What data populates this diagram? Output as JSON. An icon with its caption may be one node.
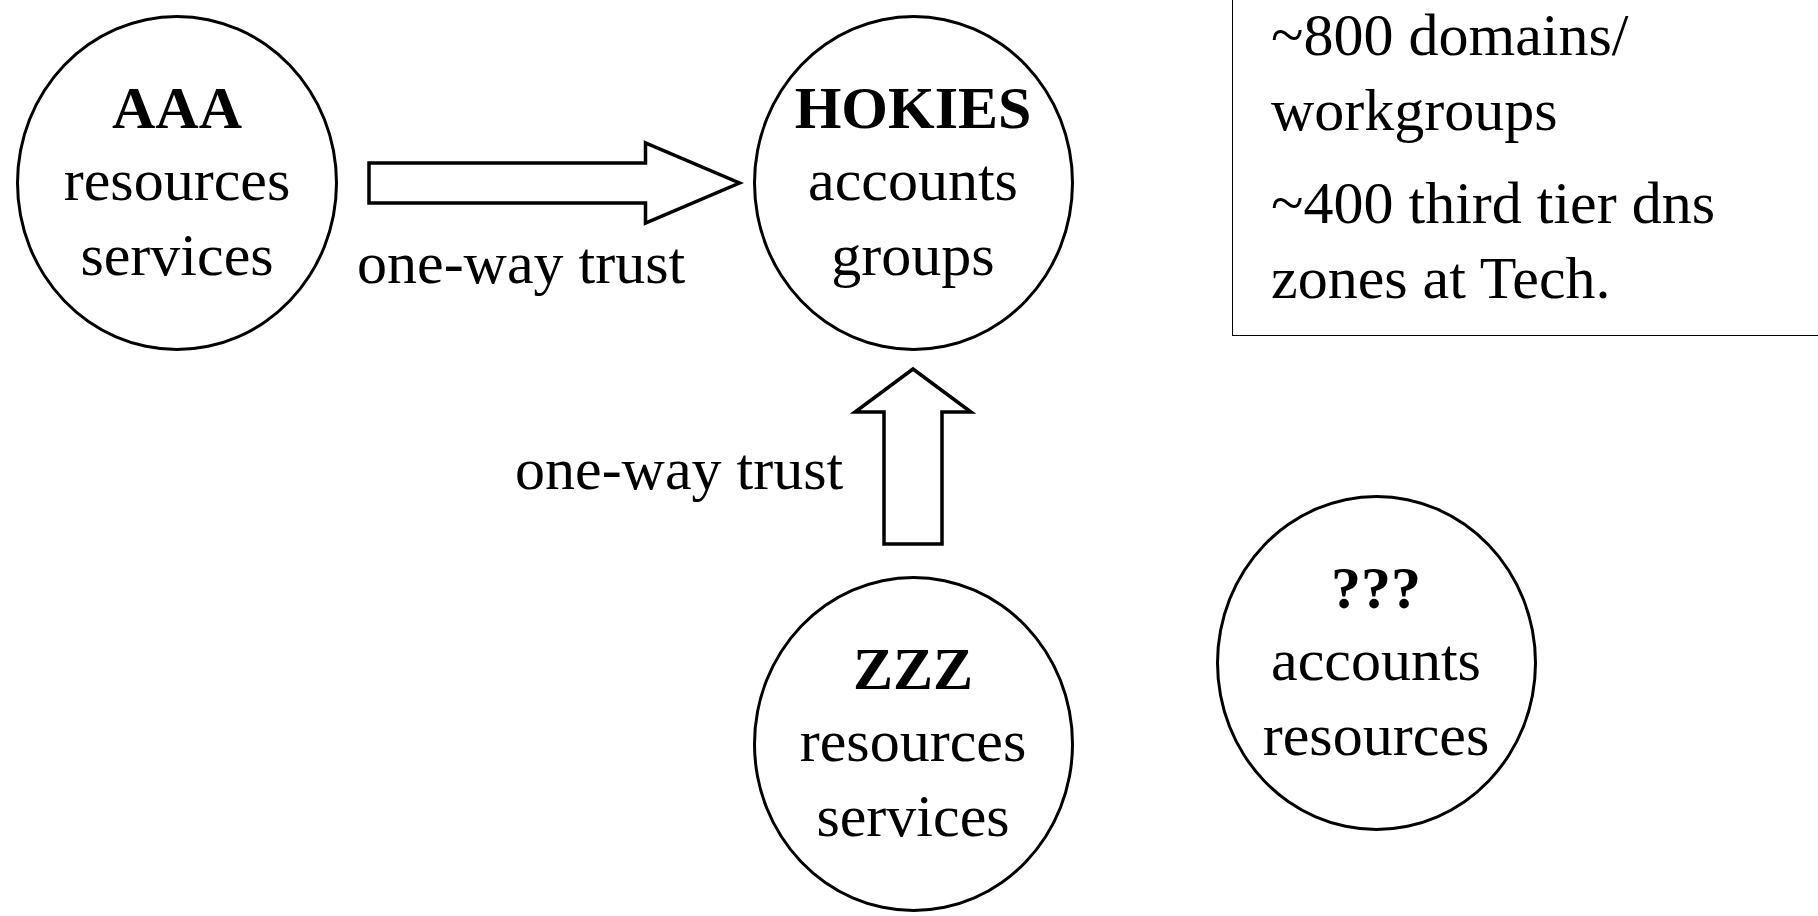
{
  "diagram": {
    "nodes": [
      {
        "text": [
          "AAA",
          "resources services"
        ]
      },
      {
        "text": [
          "HOKIES",
          "accounts groups"
        ]
      },
      {
        "text": [
          "~800 domains/ workgroups",
          "~400 third tier dns zones at Tech."
        ]
      },
      {
        "text": [
          "ZZZ",
          "resources services"
        ]
      },
      {
        "text": [
          "???",
          "accounts resources"
        ]
      }
    ],
    "edges": [
      {
        "from": 0,
        "to": 1,
        "arrow": "to",
        "label": "one-way trust"
      },
      {
        "from": 3,
        "to": 1,
        "arrow": "to",
        "label": "one-way trust"
      }
    ]
  }
}
